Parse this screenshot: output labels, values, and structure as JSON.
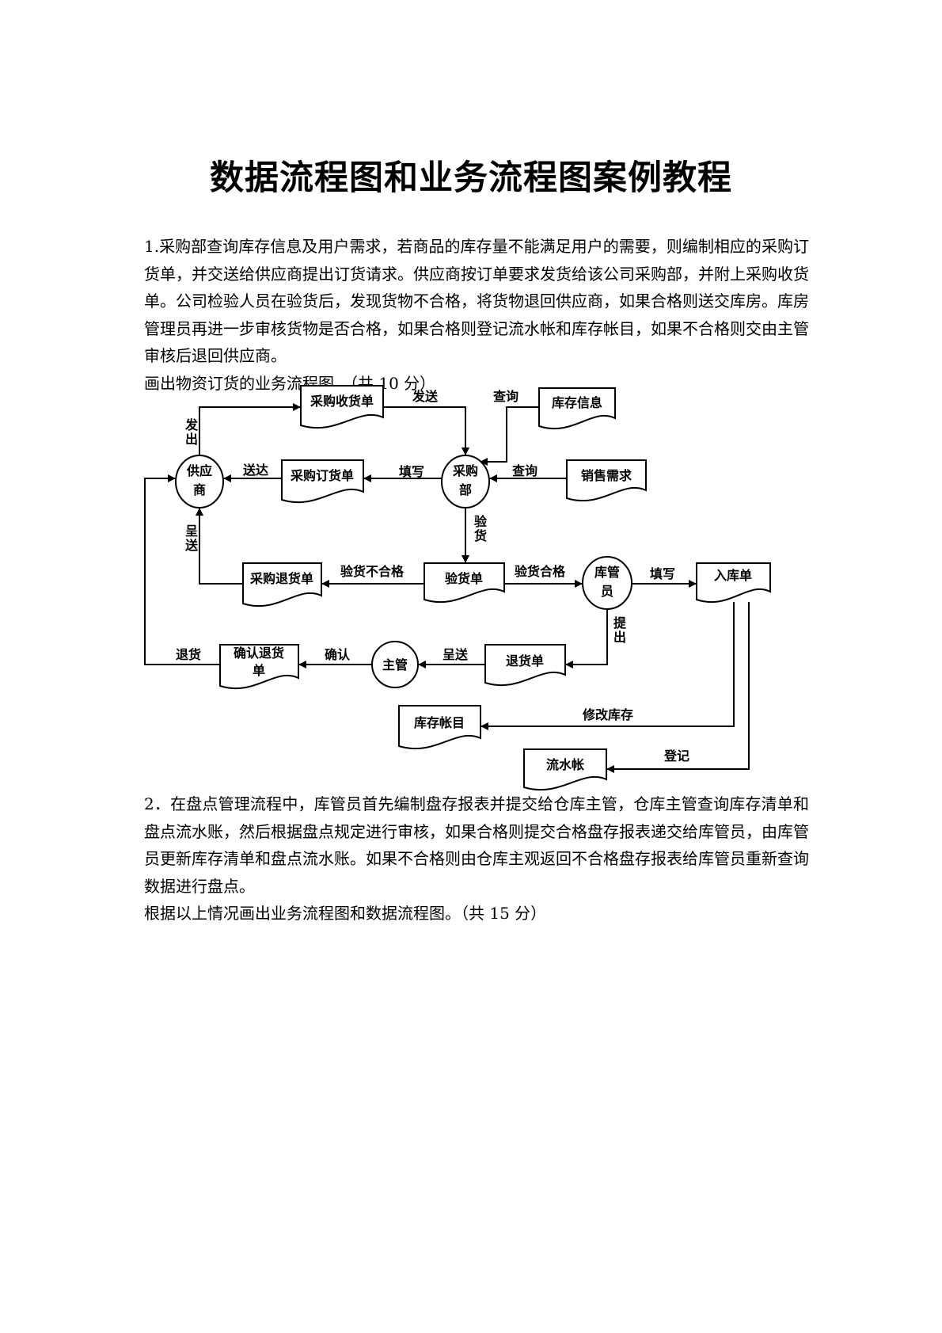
{
  "title": "数据流程图和业务流程图案例教程",
  "question1": {
    "text": "1.采购部查询库存信息及用户需求，若商品的库存量不能满足用户的需要，则编制相应的采购订货单，并交送给供应商提出订货请求。供应商按订单要求发货给该公司采购部，并附上采购收货单。公司检验人员在验货后，发现货物不合格，将货物退回供应商，如果合格则送交库房。库房管理员再进一步审核货物是否合格，如果合格则登记流水帐和库存帐目，如果不合格则交由主管审核后退回供应商。",
    "task": "画出物资订货的业务流程图。（共 10 分）"
  },
  "diagram": {
    "nodes": {
      "supplier": [
        "供应",
        "商"
      ],
      "purchasing": [
        "采购",
        "部"
      ],
      "keeper": [
        "库管",
        "员"
      ],
      "supervisor": "主管",
      "receipt_doc": "采购收货单",
      "stock_info_doc": "库存信息",
      "order_doc": "采购订货单",
      "sales_doc": "销售需求",
      "purchase_return_doc": "采购退货单",
      "inspection_doc": "验货单",
      "warehouse_in_doc": "入库单",
      "return_doc": "退货单",
      "confirm_return_doc": [
        "确认退货",
        "单"
      ],
      "stock_ledger_doc": "库存帐目",
      "journal_doc": "流水帐"
    },
    "edges": {
      "issue": "发出",
      "send": "发送",
      "query1": "查询",
      "deliver": "送达",
      "fill1": "填写",
      "query2": "查询",
      "inspect": "验货",
      "present1": "呈送",
      "inspect_fail": "验货不合格",
      "inspect_pass": "验货合格",
      "fill2": "填写",
      "submit": "提出",
      "return_goods": "退货",
      "confirm": "确认",
      "present2": "呈送",
      "modify_stock": "修改库存",
      "register": "登记"
    }
  },
  "question2": {
    "text": "2．在盘点管理流程中，库管员首先编制盘存报表并提交给仓库主管，仓库主管查询库存清单和盘点流水账，然后根据盘点规定进行审核，如果合格则提交合格盘存报表递交给库管员，由库管员更新库存清单和盘点流水账。如果不合格则由仓库主观返回不合格盘存报表给库管员重新查询数据进行盘点。",
    "task": "根据以上情况画出业务流程图和数据流程图。（共 15 分）"
  }
}
